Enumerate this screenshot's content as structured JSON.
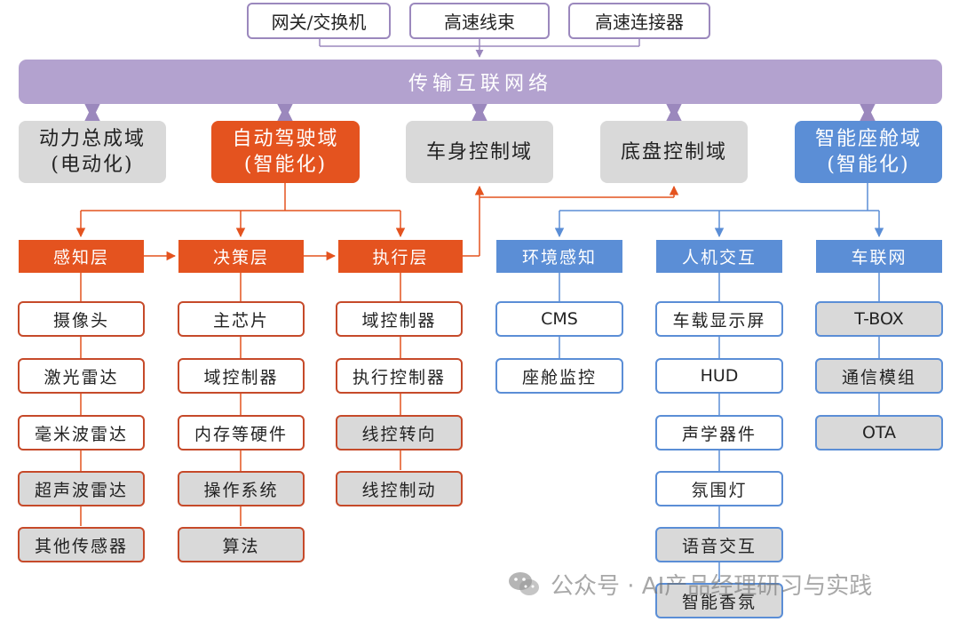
{
  "top_components": [
    "网关/交换机",
    "高速线束",
    "高速连接器"
  ],
  "network_bus": "传输互联网络",
  "domains": {
    "powertrain": {
      "line1": "动力总成域",
      "line2": "(电动化)"
    },
    "autonomous": {
      "line1": "自动驾驶域",
      "line2": "(智能化)"
    },
    "body": {
      "line1": "车身控制域"
    },
    "chassis": {
      "line1": "底盘控制域"
    },
    "cockpit": {
      "line1": "智能座舱域",
      "line2": "(智能化)"
    }
  },
  "layers": {
    "perception": {
      "title": "感知层",
      "items": [
        "摄像头",
        "激光雷达",
        "毫米波雷达",
        "超声波雷达",
        "其他传感器"
      ]
    },
    "decision": {
      "title": "决策层",
      "items": [
        "主芯片",
        "域控制器",
        "内存等硬件",
        "操作系统",
        "算法"
      ]
    },
    "execution": {
      "title": "执行层",
      "items": [
        "域控制器",
        "执行控制器",
        "线控转向",
        "线控制动"
      ]
    },
    "environment": {
      "title": "环境感知",
      "items": [
        "CMS",
        "座舱监控"
      ]
    },
    "hmi": {
      "title": "人机交互",
      "items": [
        "车载显示屏",
        "HUD",
        "声学器件",
        "氛围灯",
        "语音交互",
        "智能香氛"
      ]
    },
    "telematics": {
      "title": "车联网",
      "items": [
        "T-BOX",
        "通信模组",
        "OTA"
      ]
    }
  },
  "colors": {
    "purple": "#b3a2cf",
    "purple_border": "#9b88bd",
    "red": "#e4531f",
    "blue": "#5b8ed6",
    "gray": "#d9d9d9"
  },
  "watermark": "公众号 · AI产品经理研习与实践"
}
